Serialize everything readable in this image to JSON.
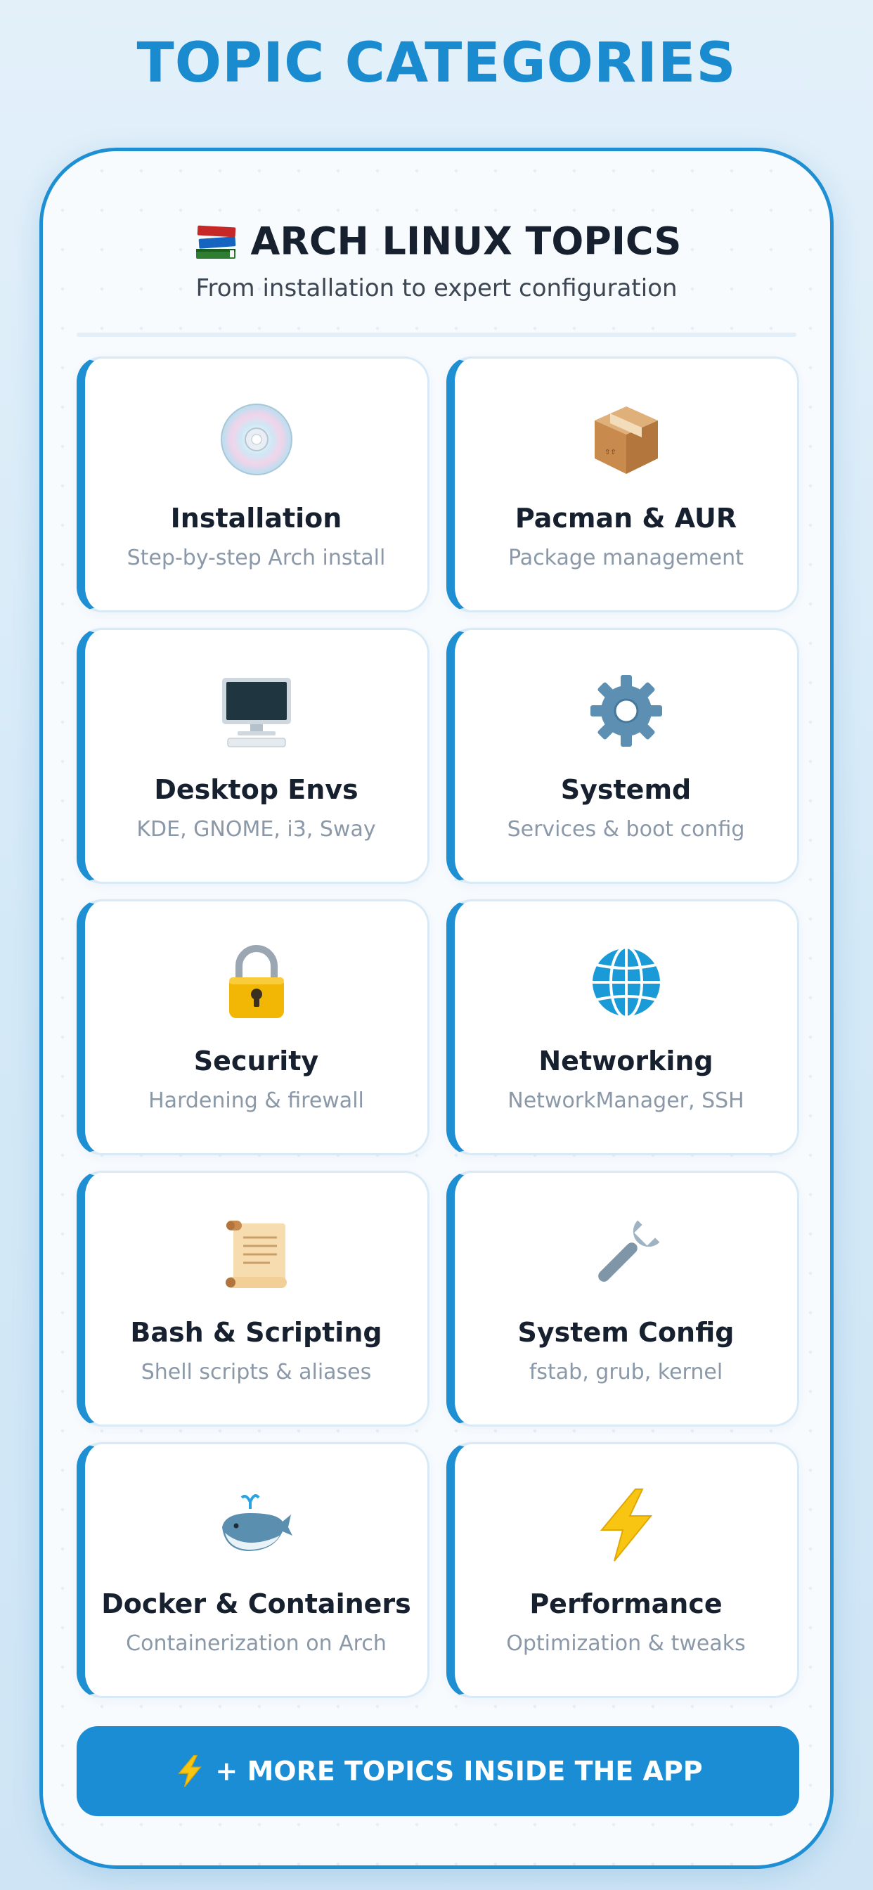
{
  "page": {
    "title": "TOPIC CATEGORIES"
  },
  "header": {
    "title": "ARCH LINUX TOPICS",
    "subtitle": "From installation to expert configuration",
    "icon": "books-icon"
  },
  "topics": [
    {
      "title": "Installation",
      "description": "Step-by-step Arch install",
      "icon": "disc-icon"
    },
    {
      "title": "Pacman & AUR",
      "description": "Package management",
      "icon": "package-icon"
    },
    {
      "title": "Desktop Envs",
      "description": "KDE, GNOME, i3, Sway",
      "icon": "desktop-computer-icon"
    },
    {
      "title": "Systemd",
      "description": "Services & boot config",
      "icon": "gear-icon"
    },
    {
      "title": "Security",
      "description": "Hardening & firewall",
      "icon": "lock-icon"
    },
    {
      "title": "Networking",
      "description": "NetworkManager, SSH",
      "icon": "globe-icon"
    },
    {
      "title": "Bash & Scripting",
      "description": "Shell scripts & aliases",
      "icon": "scroll-icon"
    },
    {
      "title": "System Config",
      "description": "fstab, grub, kernel",
      "icon": "wrench-icon"
    },
    {
      "title": "Docker & Containers",
      "description": "Containerization on Arch",
      "icon": "whale-icon"
    },
    {
      "title": "Performance",
      "description": "Optimization & tweaks",
      "icon": "lightning-icon"
    }
  ],
  "cta": {
    "label": "+ MORE TOPICS INSIDE THE APP",
    "icon": "lightning-icon"
  },
  "colors": {
    "accent": "#1b8dd4",
    "background": "#d4e9f7",
    "title": "#16202e"
  }
}
